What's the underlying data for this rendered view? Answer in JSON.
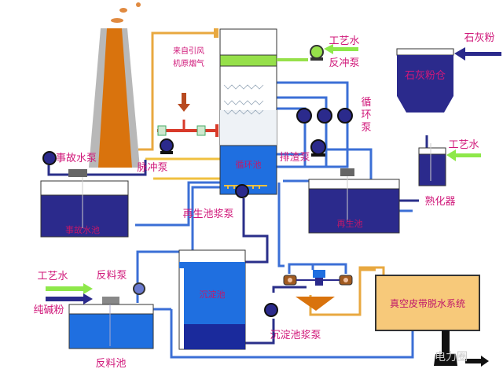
{
  "labels": {
    "flue_gas_1": "来自引风",
    "flue_gas_2": "机原烟气",
    "process_water_top": "工艺水",
    "backwash_pump": "反冲泵",
    "circulation_pump": [
      "循",
      "环",
      "泵"
    ],
    "circulation_tank": "循环池",
    "slag_pump": "排渣泵",
    "pulse_pump": "脉冲泵",
    "accident_pump": "事故水泵",
    "accident_tank": "事故水池",
    "lime_powder": "石灰粉",
    "lime_silo": "石灰粉仓",
    "process_water_slaker": "工艺水",
    "slaker": "熟化器",
    "regen_pump": "再生池浆泵",
    "regen_tank": "再生池",
    "settling_tank": "沉淀池",
    "settling_pump": "沉淀池浆泵",
    "vacuum_belt": "真空皮带脱水系统",
    "process_water_left": "工艺水",
    "soda_ash": "纯碱粉",
    "return_pump": "反料泵",
    "return_tank": "反料池",
    "watermark": "电力圈"
  },
  "colors": {
    "tank_dark": "#2b2a8c",
    "tank_blue": "#1f6fe0",
    "chimney": "#d9730d",
    "label": "#d0187a",
    "vacuum_box": "#f7c97a",
    "water_arrow": "#8ee84a"
  }
}
